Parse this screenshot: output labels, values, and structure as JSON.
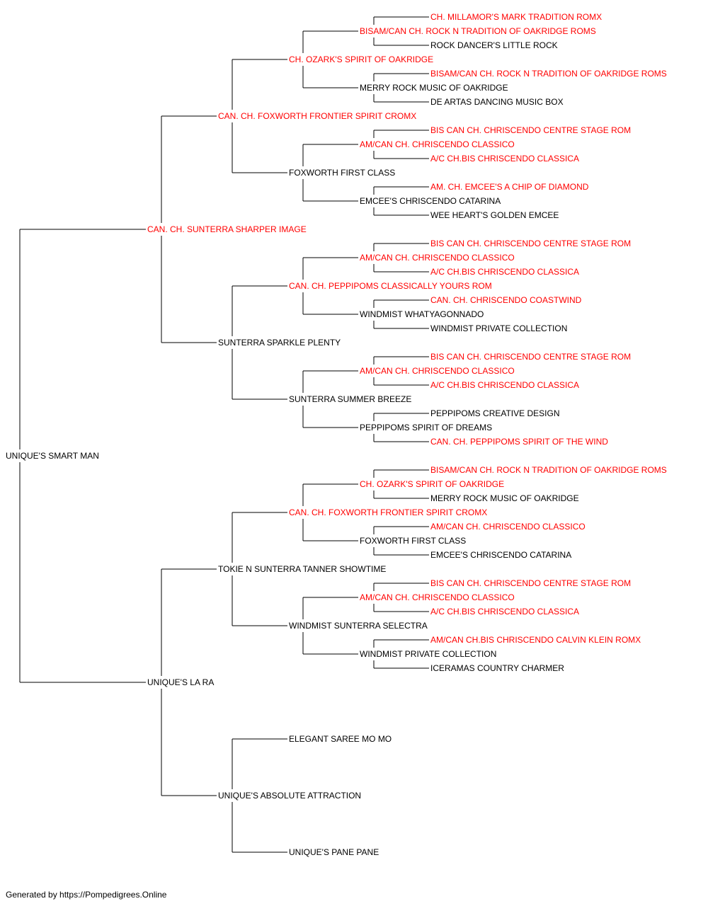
{
  "pedigree": {
    "name": "UNIQUE'S SMART MAN",
    "champion": false,
    "sire": {
      "name": "CAN. CH. SUNTERRA SHARPER IMAGE",
      "champion": true,
      "sire": {
        "name": "CAN. CH. FOXWORTH FRONTIER SPIRIT CROMX",
        "champion": true,
        "sire": {
          "name": "CH. OZARK'S SPIRIT OF OAKRIDGE",
          "champion": true,
          "sire": {
            "name": "BISAM/CAN CH. ROCK N TRADITION OF OAKRIDGE ROMS",
            "champion": true,
            "sire": {
              "name": "CH. MILLAMOR'S MARK TRADITION ROMX",
              "champion": true
            },
            "dam": {
              "name": "ROCK DANCER'S LITTLE ROCK",
              "champion": false
            }
          },
          "dam": {
            "name": "MERRY ROCK MUSIC OF OAKRIDGE",
            "champion": false,
            "sire": {
              "name": "BISAM/CAN CH. ROCK N TRADITION OF OAKRIDGE ROMS",
              "champion": true
            },
            "dam": {
              "name": "DE ARTAS DANCING MUSIC BOX",
              "champion": false
            }
          }
        },
        "dam": {
          "name": "FOXWORTH FIRST CLASS",
          "champion": false,
          "sire": {
            "name": "AM/CAN CH. CHRISCENDO CLASSICO",
            "champion": true,
            "sire": {
              "name": "BIS CAN CH. CHRISCENDO CENTRE STAGE ROM",
              "champion": true
            },
            "dam": {
              "name": "A/C CH.BIS CHRISCENDO CLASSICA",
              "champion": true
            }
          },
          "dam": {
            "name": "EMCEE'S CHRISCENDO CATARINA",
            "champion": false,
            "sire": {
              "name": "AM. CH. EMCEE'S A CHIP OF DIAMOND",
              "champion": true
            },
            "dam": {
              "name": "WEE HEART'S GOLDEN EMCEE",
              "champion": false
            }
          }
        }
      },
      "dam": {
        "name": "SUNTERRA SPARKLE PLENTY",
        "champion": false,
        "sire": {
          "name": "CAN. CH. PEPPIPOMS CLASSICALLY YOURS ROM",
          "champion": true,
          "sire": {
            "name": "AM/CAN CH. CHRISCENDO CLASSICO",
            "champion": true,
            "sire": {
              "name": "BIS CAN CH. CHRISCENDO CENTRE STAGE ROM",
              "champion": true
            },
            "dam": {
              "name": "A/C CH.BIS CHRISCENDO CLASSICA",
              "champion": true
            }
          },
          "dam": {
            "name": "WINDMIST WHATYAGONNADO",
            "champion": false,
            "sire": {
              "name": "CAN. CH. CHRISCENDO COASTWIND",
              "champion": true
            },
            "dam": {
              "name": "WINDMIST PRIVATE COLLECTION",
              "champion": false
            }
          }
        },
        "dam": {
          "name": "SUNTERRA SUMMER BREEZE",
          "champion": false,
          "sire": {
            "name": "AM/CAN CH. CHRISCENDO CLASSICO",
            "champion": true,
            "sire": {
              "name": "BIS CAN CH. CHRISCENDO CENTRE STAGE ROM",
              "champion": true
            },
            "dam": {
              "name": "A/C CH.BIS CHRISCENDO CLASSICA",
              "champion": true
            }
          },
          "dam": {
            "name": "PEPPIPOMS SPIRIT OF DREAMS",
            "champion": false,
            "sire": {
              "name": "PEPPIPOMS CREATIVE DESIGN",
              "champion": false
            },
            "dam": {
              "name": "CAN. CH. PEPPIPOMS SPIRIT OF THE WIND",
              "champion": true
            }
          }
        }
      }
    },
    "dam": {
      "name": "UNIQUE'S LA RA",
      "champion": false,
      "sire": {
        "name": "TOKIE N SUNTERRA TANNER SHOWTIME",
        "champion": false,
        "sire": {
          "name": "CAN. CH. FOXWORTH FRONTIER SPIRIT CROMX",
          "champion": true,
          "sire": {
            "name": "CH. OZARK'S SPIRIT OF OAKRIDGE",
            "champion": true,
            "sire": {
              "name": "BISAM/CAN CH. ROCK N TRADITION OF OAKRIDGE ROMS",
              "champion": true
            },
            "dam": {
              "name": "MERRY ROCK MUSIC OF OAKRIDGE",
              "champion": false
            }
          },
          "dam": {
            "name": "FOXWORTH FIRST CLASS",
            "champion": false,
            "sire": {
              "name": "AM/CAN CH. CHRISCENDO CLASSICO",
              "champion": true
            },
            "dam": {
              "name": "EMCEE'S CHRISCENDO CATARINA",
              "champion": false
            }
          }
        },
        "dam": {
          "name": "WINDMIST SUNTERRA SELECTRA",
          "champion": false,
          "sire": {
            "name": "AM/CAN CH. CHRISCENDO CLASSICO",
            "champion": true,
            "sire": {
              "name": "BIS CAN CH. CHRISCENDO CENTRE STAGE ROM",
              "champion": true
            },
            "dam": {
              "name": "A/C CH.BIS CHRISCENDO CLASSICA",
              "champion": true
            }
          },
          "dam": {
            "name": "WINDMIST PRIVATE COLLECTION",
            "champion": false,
            "sire": {
              "name": "AM/CAN CH.BIS CHRISCENDO CALVIN KLEIN ROMX",
              "champion": true
            },
            "dam": {
              "name": "ICERAMAS COUNTRY CHARMER",
              "champion": false
            }
          }
        }
      },
      "dam": {
        "name": "UNIQUE'S ABSOLUTE ATTRACTION",
        "champion": false,
        "sire": {
          "name": "ELEGANT SAREE MO MO",
          "champion": false
        },
        "dam": {
          "name": "UNIQUE'S PANE PANE",
          "champion": false
        }
      }
    }
  },
  "colors": {
    "champion": "#ff0000",
    "regular": "#000000",
    "line": "#000000"
  },
  "footer": "Generated by https://Pompedigrees.Online"
}
